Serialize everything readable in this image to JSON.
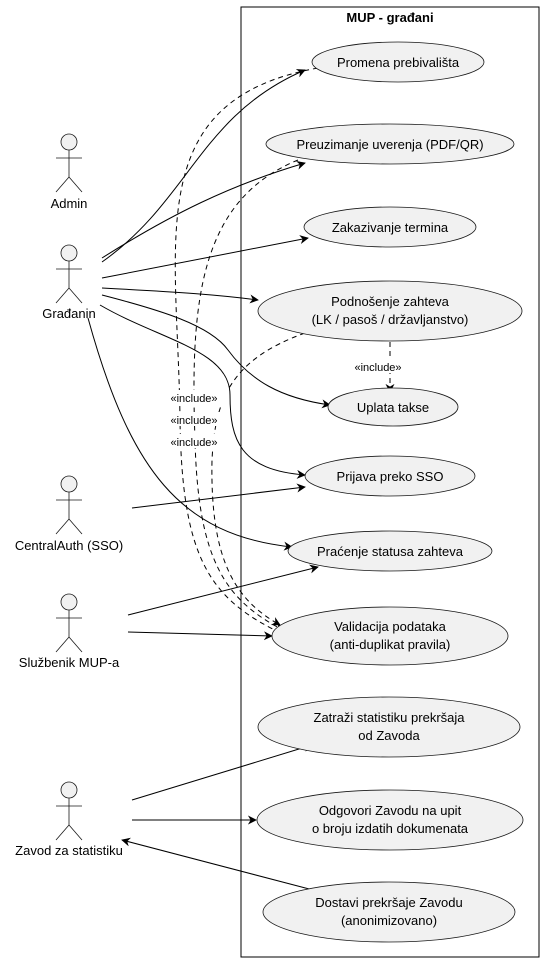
{
  "system": {
    "title": "MUP - građani"
  },
  "actors": {
    "admin": "Admin",
    "gradjanin": "Građanin",
    "central_auth": "CentralAuth (SSO)",
    "sluzbenik": "Službenik MUP-a",
    "zavod": "Zavod za statistiku"
  },
  "use_cases": {
    "promena": [
      "Promena prebivališta"
    ],
    "preuzimanje": [
      "Preuzimanje uverenja (PDF/QR)"
    ],
    "zakazivanje": [
      "Zakazivanje termina"
    ],
    "podnosenje": [
      "Podnošenje zahteva",
      "(LK / pasoš / državljanstvo)"
    ],
    "uplata": [
      "Uplata takse"
    ],
    "prijava": [
      "Prijava preko SSO"
    ],
    "pracenje": [
      "Praćenje statusa zahteva"
    ],
    "validacija": [
      "Validacija podataka",
      "(anti-duplikat pravila)"
    ],
    "zatrazi": [
      "Zatraži statistiku prekršaja",
      "od Zavoda"
    ],
    "odgovori": [
      "Odgovori Zavodu na upit",
      "o broju izdatih dokumenata"
    ],
    "dostavi": [
      "Dostavi prekršaje Zavodu",
      "(anonimizovano)"
    ]
  },
  "relations": {
    "include_label": "«include»"
  }
}
